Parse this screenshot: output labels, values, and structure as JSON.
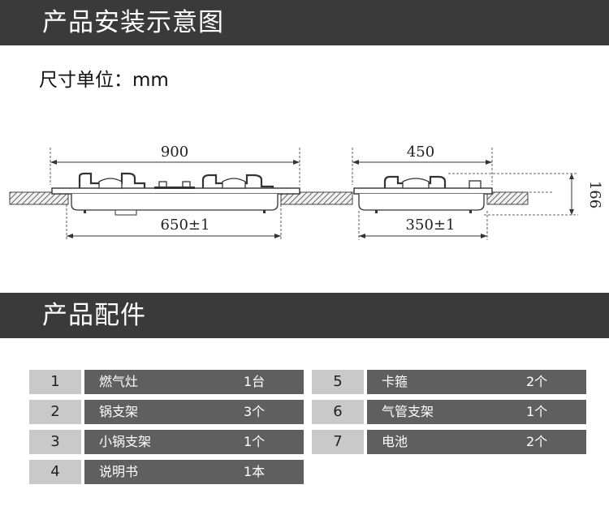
{
  "section_install": {
    "title": "产品安装示意图"
  },
  "unit_label": "尺寸单位：mm",
  "diagram": {
    "left": {
      "overall_width": "900",
      "cutout_width": "650±1"
    },
    "right": {
      "overall_width": "450",
      "cutout_width": "350±1",
      "height": "166"
    }
  },
  "section_parts": {
    "title": "产品配件"
  },
  "parts_left": [
    {
      "no": "1",
      "name": "燃气灶",
      "qty": "1台"
    },
    {
      "no": "2",
      "name": "锅支架",
      "qty": "3个"
    },
    {
      "no": "3",
      "name": "小锅支架",
      "qty": "1个"
    },
    {
      "no": "4",
      "name": "说明书",
      "qty": "1本"
    }
  ],
  "parts_right": [
    {
      "no": "5",
      "name": "卡箍",
      "qty": "2个"
    },
    {
      "no": "6",
      "name": "气管支架",
      "qty": "1个"
    },
    {
      "no": "7",
      "name": "电池",
      "qty": "2个"
    }
  ]
}
